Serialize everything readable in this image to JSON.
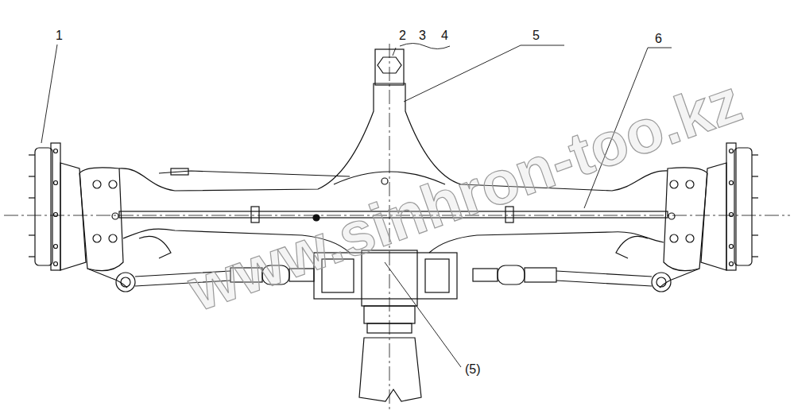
{
  "diagram": {
    "labels": [
      "1",
      "2",
      "3",
      "4",
      "5",
      "6",
      "(5)",
      "www.sinhron-too.kz"
    ]
  }
}
